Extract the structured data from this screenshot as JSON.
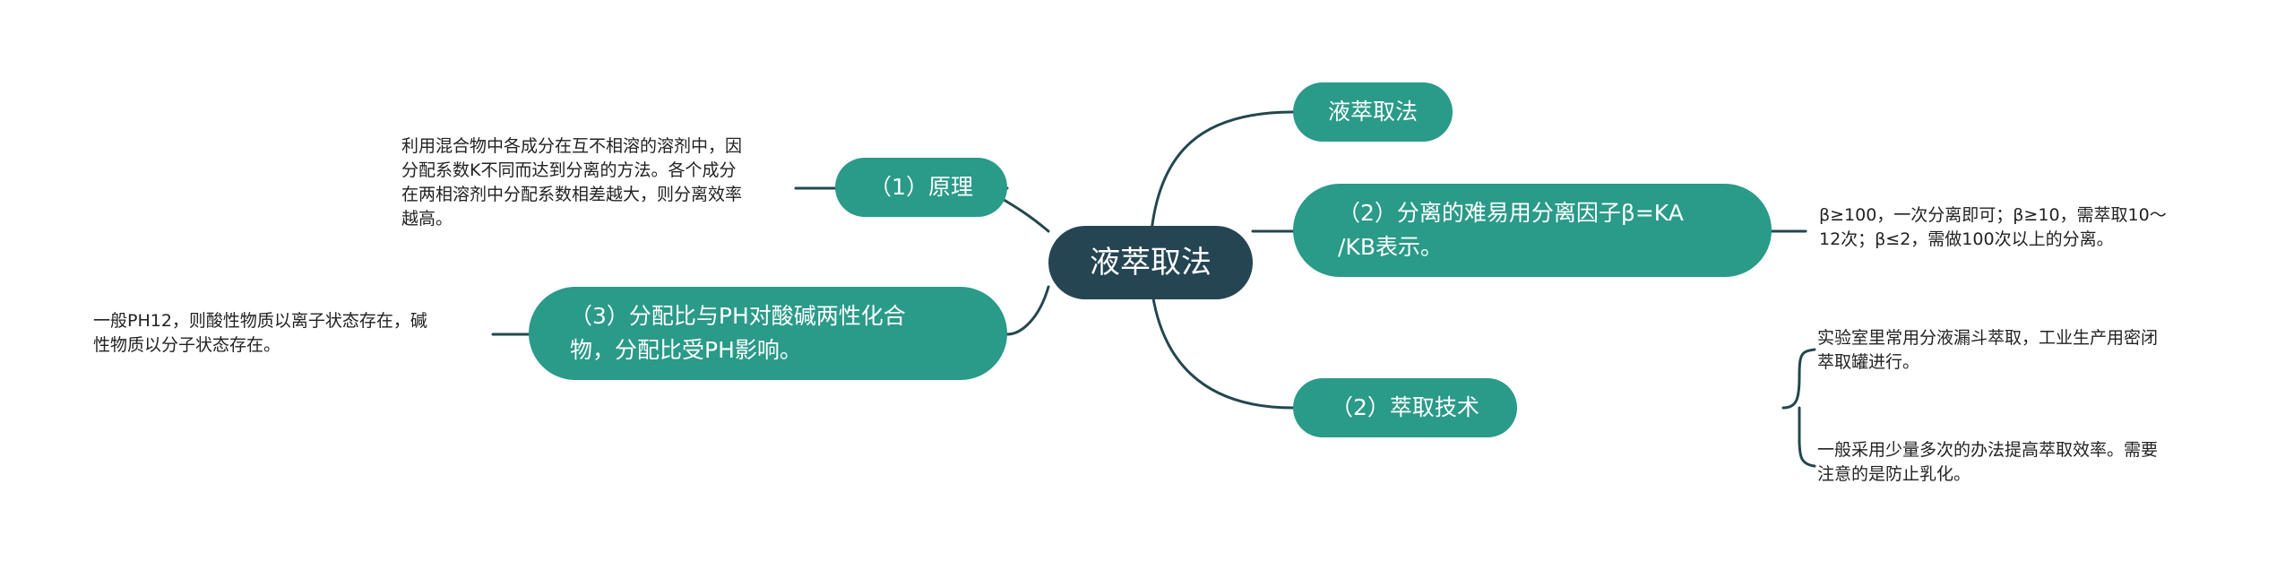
{
  "colors": {
    "root_fill": "#254553",
    "branch_fill": "#2a9a89",
    "connector": "#23474f",
    "branch_text": "#ffffff",
    "leaf_text": "#222222"
  },
  "root": {
    "label": "液萃取法"
  },
  "branches": {
    "b1": {
      "label": "液萃取法"
    },
    "b2": {
      "label": "（2）分离的难易用分离因子β=KA\n/KB表示。"
    },
    "b3": {
      "label": "（2）萃取技术"
    },
    "b4": {
      "label": "（1）原理"
    },
    "b5": {
      "label": "（3）分配比与PH对酸碱两性化合\n物，分配比受PH影响。"
    }
  },
  "leaves": {
    "b2_note": "β≥100，一次分离即可；β≥10，需萃取10～\n12次；β≤2，需做100次以上的分离。",
    "b3_note1": "实验室里常用分液漏斗萃取，工业生产用密闭\n萃取罐进行。",
    "b3_note2": "一般采用少量多次的办法提高萃取效率。需要\n注意的是防止乳化。",
    "b4_note": "利用混合物中各成分在互不相溶的溶剂中，因\n分配系数K不同而达到分离的方法。各个成分\n在两相溶剂中分配系数相差越大，则分离效率\n越高。",
    "b5_note": "一般PH12，则酸性物质以离子状态存在，碱\n性物质以分子状态存在。"
  }
}
